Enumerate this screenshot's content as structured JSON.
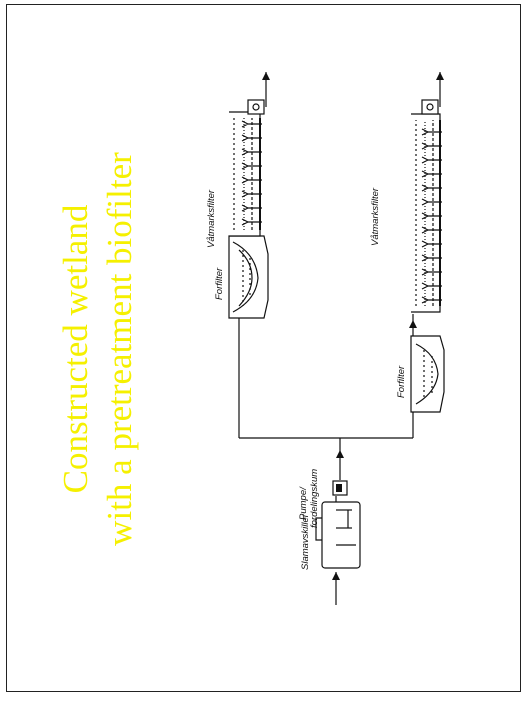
{
  "title": {
    "line1": "Constructed wetland",
    "line2": "with a pretreatment biofilter"
  },
  "labels": {
    "septic_tank": "Slamavskiller",
    "pump_line1": "Pumpe/",
    "pump_line2": "fordelingskum",
    "prefilter_upper": "Forfilter",
    "wetland_upper": "Våtmarksfilter",
    "prefilter_lower": "Forfilter",
    "wetland_lower": "Våtmarksfilter"
  },
  "colors": {
    "title": "#f5f000",
    "line": "#111111"
  }
}
